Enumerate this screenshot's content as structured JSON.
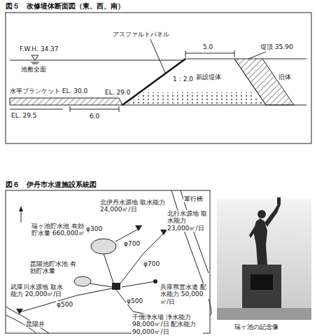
{
  "diagram": {
    "title": "図５　改修堤体断面図（東、西、南）",
    "caption": "瑞ヶ池の記念像",
    "labels": [
      "アスファルトパネル",
      "F.W.H. 34.37",
      "池敷全面",
      "水平ブランケット EL. 30.0",
      "EL. 29.5",
      "6.0",
      "EL. 29.0",
      "1：2.0",
      "5.0",
      "堤頂 35.90",
      "新設堤体",
      "旧体",
      "図６　伊丹市水道施設系統図",
      "軍行橋",
      "北伊丹水源地 取水能力 24,000㎥/日",
      "北行水源地 取水能力 23,000㎥/日",
      "瑞ヶ池貯水池 有効貯水量 660,000㎥",
      "φ300",
      "昆陽池貯水池 有効貯水量",
      "φ700",
      "φ700",
      "φ500",
      "兵庫県営水道 配水能力 50,000㎥/日",
      "千僧浄水場 浄水能力 98,000㎥/日 配水能力 90,000㎥/日",
      "武庫川水源地 取水能力 20,000㎥/日",
      "φ500",
      "昆陽井"
    ]
  }
}
